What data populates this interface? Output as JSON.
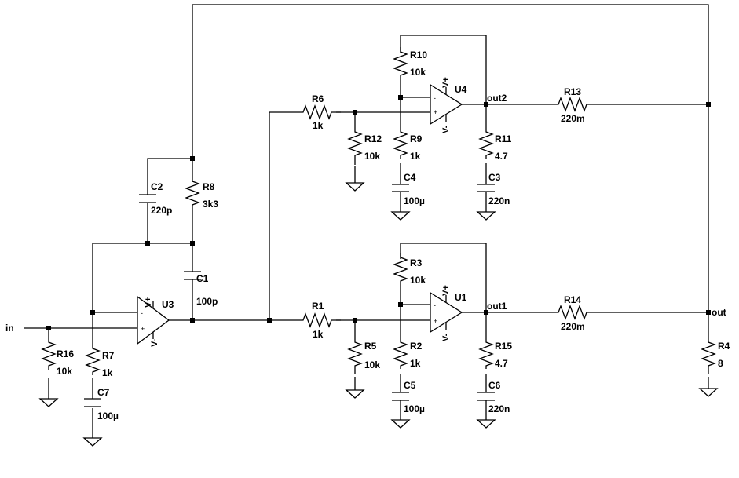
{
  "schematic": {
    "nets": {
      "in": "in",
      "out": "out",
      "out1": "out1",
      "out2": "out2"
    },
    "components": {
      "R1": {
        "name": "R1",
        "value": "1k"
      },
      "R2": {
        "name": "R2",
        "value": "1k"
      },
      "R3": {
        "name": "R3",
        "value": "10k"
      },
      "R4": {
        "name": "R4",
        "value": "8"
      },
      "R5": {
        "name": "R5",
        "value": "10k"
      },
      "R6": {
        "name": "R6",
        "value": "1k"
      },
      "R7": {
        "name": "R7",
        "value": "1k"
      },
      "R8": {
        "name": "R8",
        "value": "3k3"
      },
      "R9": {
        "name": "R9",
        "value": "1k"
      },
      "R10": {
        "name": "R10",
        "value": "10k"
      },
      "R11": {
        "name": "R11",
        "value": "4.7"
      },
      "R12": {
        "name": "R12",
        "value": "10k"
      },
      "R13": {
        "name": "R13",
        "value": "220m"
      },
      "R14": {
        "name": "R14",
        "value": "220m"
      },
      "R15": {
        "name": "R15",
        "value": "4.7"
      },
      "R16": {
        "name": "R16",
        "value": "10k"
      },
      "C1": {
        "name": "C1",
        "value": "100p"
      },
      "C2": {
        "name": "C2",
        "value": "220p"
      },
      "C3": {
        "name": "C3",
        "value": "220n"
      },
      "C4": {
        "name": "C4",
        "value": "100µ"
      },
      "C5": {
        "name": "C5",
        "value": "100µ"
      },
      "C6": {
        "name": "C6",
        "value": "220n"
      },
      "C7": {
        "name": "C7",
        "value": "100µ"
      },
      "U1": {
        "name": "U1"
      },
      "U3": {
        "name": "U3"
      },
      "U4": {
        "name": "U4"
      }
    },
    "pins": {
      "vplus": "V+",
      "vminus": "V-",
      "plus": "+",
      "minus": "-"
    }
  }
}
